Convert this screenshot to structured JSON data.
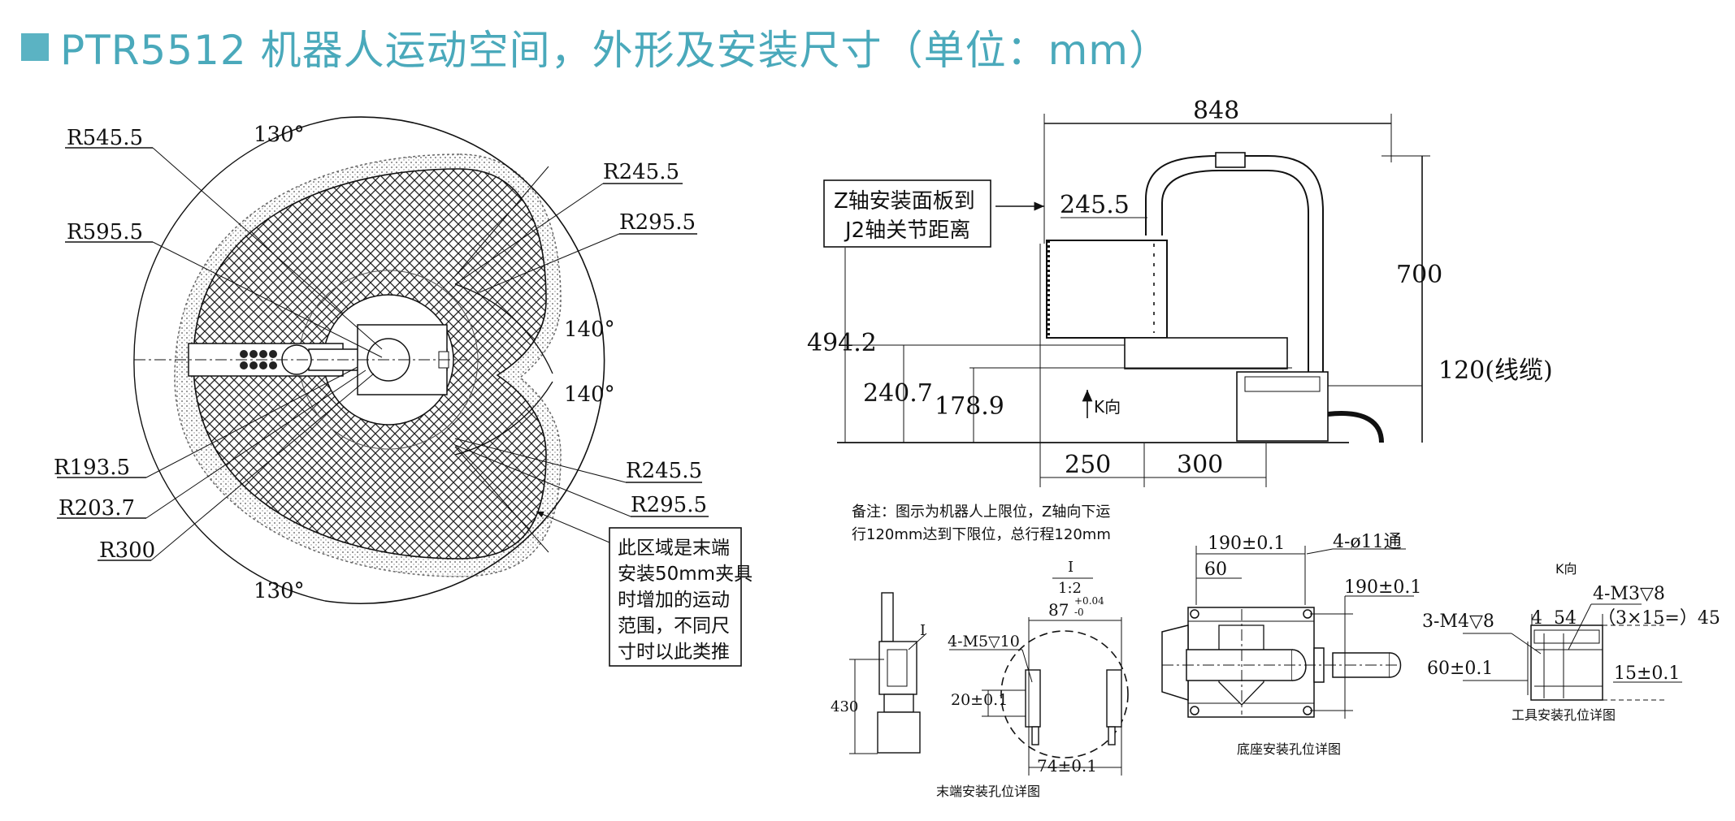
{
  "title": "PTR5512 机器人运动空间，外形及安装尺寸（单位：mm）",
  "colors": {
    "title": "#4aa9bb",
    "square": "#5bb3c3",
    "line": "#111111"
  },
  "workspace": {
    "angle_top": "130°",
    "angle_bottom": "130°",
    "angle_mid1": "140°",
    "angle_mid2": "140°",
    "r_labels_left": [
      "R545.5",
      "R595.5",
      "R193.5",
      "R203.7",
      "R300"
    ],
    "r_labels_right": [
      "R245.5",
      "R295.5",
      "R245.5",
      "R295.5"
    ],
    "note_lines": [
      "此区域是末端",
      "安装50mm夹具",
      "时增加的运动",
      "范围，不同尺",
      "寸时以此类推"
    ]
  },
  "side_view": {
    "dim_width": "848",
    "dim_height": "700",
    "dim_j2": "245.5",
    "note_box": [
      "Z轴安装面板到",
      "J2轴关节距离"
    ],
    "dim_4942": "494.2",
    "dim_2407": "240.7",
    "dim_1789": "178.9",
    "dim_cable": "120(线缆)",
    "k_dir": "K向",
    "dim_250": "250",
    "dim_300": "300"
  },
  "remark": [
    "备注：图示为机器人上限位，Z轴向下运",
    "行120mm达到下限位，总行程120mm"
  ],
  "end_detail": {
    "marker": "I",
    "scale_top": "I",
    "scale_bottom": "1:2",
    "dim_87": "87",
    "tol_87": "+0.04",
    "tol_87_low": "-0",
    "hole": "4-M5▽10",
    "dim_20": "20±0.1",
    "dim_430": "430",
    "dim_74": "74±0.1",
    "caption": "末端安装孔位详图"
  },
  "base_detail": {
    "dim_190a": "190±0.1",
    "hole": "4-ø11通",
    "dim_60": "60",
    "dim_190b": "190±0.1",
    "caption": "底座安装孔位详图"
  },
  "tool_detail": {
    "k_dir": "K向",
    "hole_a": "3-M4▽8",
    "dim_4": "4",
    "dim_54": "54",
    "hole_b": "4-M3▽8",
    "dim_45": "（3×15=）45",
    "dim_60": "60±0.1",
    "dim_15": "15±0.1",
    "caption": "工具安装孔位详图"
  }
}
